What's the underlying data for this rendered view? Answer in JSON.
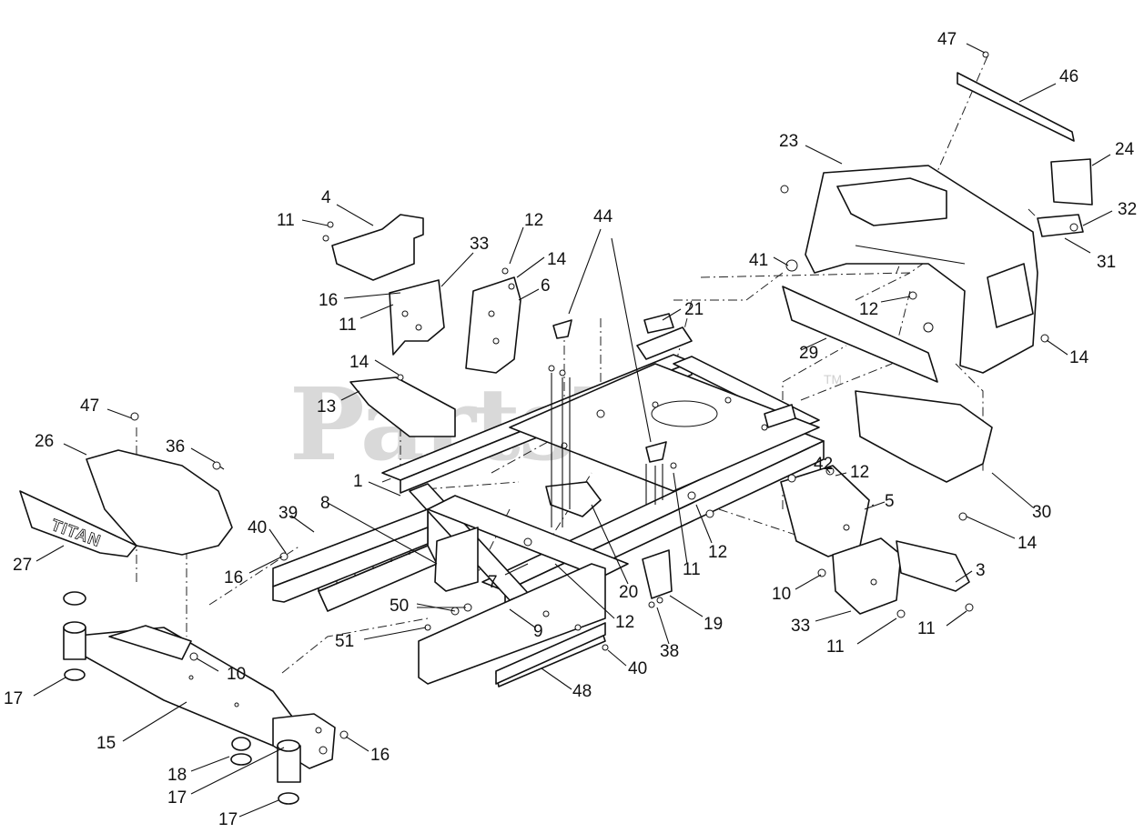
{
  "watermark": {
    "text": "PartsTree",
    "trademark": "TM"
  },
  "brand_decal": {
    "text": "TITAN"
  },
  "callouts": [
    {
      "id": "c47a",
      "label": "47"
    },
    {
      "id": "c46",
      "label": "46"
    },
    {
      "id": "c23",
      "label": "23"
    },
    {
      "id": "c24",
      "label": "24"
    },
    {
      "id": "c32",
      "label": "32"
    },
    {
      "id": "c31",
      "label": "31"
    },
    {
      "id": "c4",
      "label": "4"
    },
    {
      "id": "c11a",
      "label": "11"
    },
    {
      "id": "c12a",
      "label": "12"
    },
    {
      "id": "c44",
      "label": "44"
    },
    {
      "id": "c33a",
      "label": "33"
    },
    {
      "id": "c14a",
      "label": "14"
    },
    {
      "id": "c6",
      "label": "6"
    },
    {
      "id": "c16a",
      "label": "16"
    },
    {
      "id": "c11b",
      "label": "11"
    },
    {
      "id": "c21",
      "label": "21"
    },
    {
      "id": "c41",
      "label": "41"
    },
    {
      "id": "c12b",
      "label": "12"
    },
    {
      "id": "c29",
      "label": "29"
    },
    {
      "id": "c14b",
      "label": "14"
    },
    {
      "id": "c14c",
      "label": "14"
    },
    {
      "id": "c13",
      "label": "13"
    },
    {
      "id": "c47b",
      "label": "47"
    },
    {
      "id": "c26",
      "label": "26"
    },
    {
      "id": "c36",
      "label": "36"
    },
    {
      "id": "c1",
      "label": "1"
    },
    {
      "id": "c42",
      "label": "42"
    },
    {
      "id": "c12c",
      "label": "12"
    },
    {
      "id": "c5",
      "label": "5"
    },
    {
      "id": "c30",
      "label": "30"
    },
    {
      "id": "c14d",
      "label": "14"
    },
    {
      "id": "c39",
      "label": "39"
    },
    {
      "id": "c8",
      "label": "8"
    },
    {
      "id": "c40a",
      "label": "40"
    },
    {
      "id": "c16b",
      "label": "16"
    },
    {
      "id": "c27",
      "label": "27"
    },
    {
      "id": "c12d",
      "label": "12"
    },
    {
      "id": "c11c",
      "label": "11"
    },
    {
      "id": "c3",
      "label": "3"
    },
    {
      "id": "c7",
      "label": "7"
    },
    {
      "id": "c20",
      "label": "20"
    },
    {
      "id": "c10a",
      "label": "10"
    },
    {
      "id": "c50",
      "label": "50"
    },
    {
      "id": "c9",
      "label": "9"
    },
    {
      "id": "c12e",
      "label": "12"
    },
    {
      "id": "c19",
      "label": "19"
    },
    {
      "id": "c33b",
      "label": "33"
    },
    {
      "id": "c11d",
      "label": "11"
    },
    {
      "id": "c51",
      "label": "51"
    },
    {
      "id": "c38",
      "label": "38"
    },
    {
      "id": "c11e",
      "label": "11"
    },
    {
      "id": "c40b",
      "label": "40"
    },
    {
      "id": "c10b",
      "label": "10"
    },
    {
      "id": "c17a",
      "label": "17"
    },
    {
      "id": "c48",
      "label": "48"
    },
    {
      "id": "c15",
      "label": "15"
    },
    {
      "id": "c16c",
      "label": "16"
    },
    {
      "id": "c18",
      "label": "18"
    },
    {
      "id": "c17b",
      "label": "17"
    },
    {
      "id": "c17c",
      "label": "17"
    }
  ]
}
